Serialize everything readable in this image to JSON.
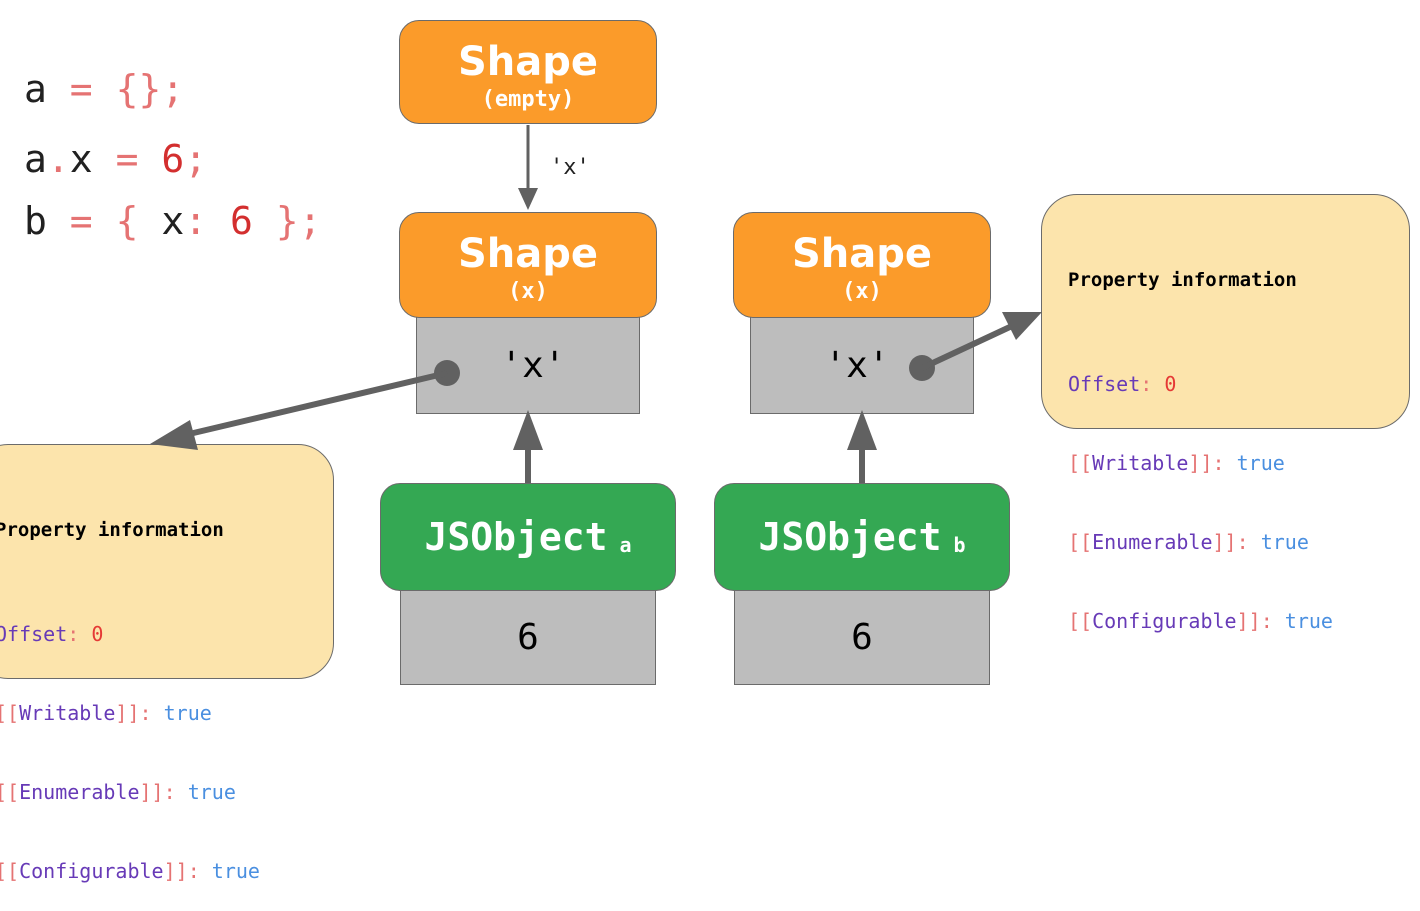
{
  "code": {
    "line1": {
      "var": "a",
      "op1": "=",
      "brace": "{};"
    },
    "line2": {
      "var": "a",
      "dot": ".",
      "prop": "x",
      "op": "=",
      "num": "6",
      "semi": ";"
    },
    "line3": {
      "var": "b",
      "op": "=",
      "open": "{",
      "key": "x",
      "colon": ":",
      "num": "6",
      "close": "};"
    }
  },
  "shapes": {
    "empty": {
      "title": "Shape",
      "sub": "(empty)"
    },
    "a_shape": {
      "title": "Shape",
      "sub": "(x)",
      "key": "'x'"
    },
    "b_shape": {
      "title": "Shape",
      "sub": "(x)",
      "key": "'x'"
    }
  },
  "transition_label": "'x'",
  "objects": {
    "a": {
      "title": "JSObject",
      "sub": "a",
      "value": "6"
    },
    "b": {
      "title": "JSObject",
      "sub": "b",
      "value": "6"
    }
  },
  "property_info": {
    "title": "Property information",
    "offset_label": "Offset",
    "offset_value": "0",
    "writable": "Writable",
    "enumerable": "Enumerable",
    "configurable": "Configurable",
    "true_value": "true",
    "open_brackets": "[[",
    "close_brackets": "]]",
    "colon": ":"
  },
  "colors": {
    "shape": "#fb9b2a",
    "object": "#34a853",
    "cell": "#bdbdbd",
    "info": "#fce4ac",
    "arrow": "#616161"
  }
}
